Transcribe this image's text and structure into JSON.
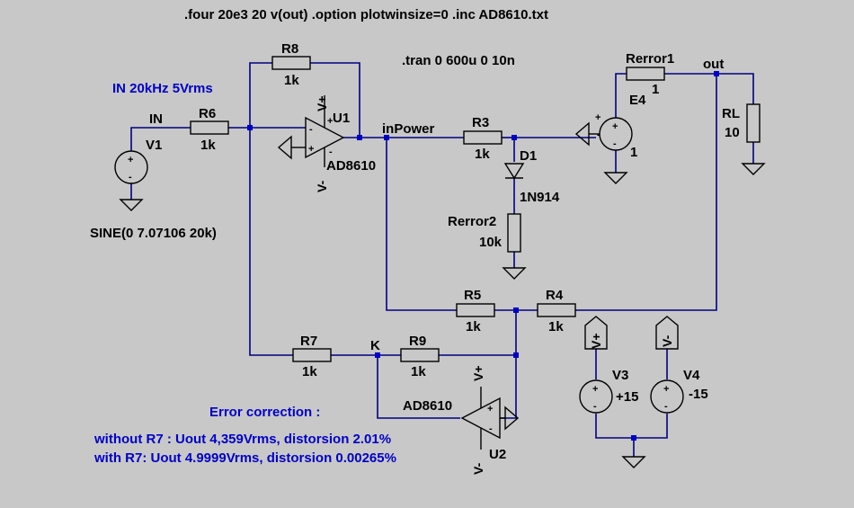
{
  "directives": {
    "four": ".four 20e3 20 v(out)   .option plotwinsize=0   .inc AD8610.txt",
    "tran": ".tran 0 600u 0 10n"
  },
  "nets": {
    "in": "IN",
    "inpower": "inPower",
    "out": "out",
    "k": "K",
    "vplus": "V+",
    "vminus": "V-"
  },
  "components": {
    "r8": {
      "name": "R8",
      "value": "1k"
    },
    "r6": {
      "name": "R6",
      "value": "1k"
    },
    "r3": {
      "name": "R3",
      "value": "1k"
    },
    "r5": {
      "name": "R5",
      "value": "1k"
    },
    "r4": {
      "name": "R4",
      "value": "1k"
    },
    "r7": {
      "name": "R7",
      "value": "1k"
    },
    "r9": {
      "name": "R9",
      "value": "1k"
    },
    "rerror1": {
      "name": "Rerror1",
      "value": "1"
    },
    "rerror2": {
      "name": "Rerror2",
      "value": "10k"
    },
    "rl": {
      "name": "RL",
      "value": "10"
    },
    "v1": {
      "name": "V1",
      "value": "SINE(0 7.07106 20k)"
    },
    "u1": {
      "name": "U1",
      "model": "AD8610"
    },
    "u2": {
      "name": "U2",
      "model": "AD8610"
    },
    "d1": {
      "name": "D1",
      "model": "1N914"
    },
    "e4": {
      "name": "E4",
      "value": "1"
    },
    "v3": {
      "name": "V3",
      "value": "+15"
    },
    "v4": {
      "name": "V4",
      "value": "-15"
    }
  },
  "notes": {
    "input": "IN 20kHz 5Vrms",
    "error_title": "Error correction :",
    "without": "without R7 : Uout 4,359Vrms,  distorsion 2.01%",
    "with": "with R7: Uout 4.9999Vrms,  distorsion 0.00265%"
  },
  "pin_signs": {
    "plus": "+",
    "minus": "-"
  },
  "colors": {
    "background": "#c8c8c8",
    "wire": "#000080",
    "note_text": "#0000c8",
    "junction": "#0000c8"
  }
}
